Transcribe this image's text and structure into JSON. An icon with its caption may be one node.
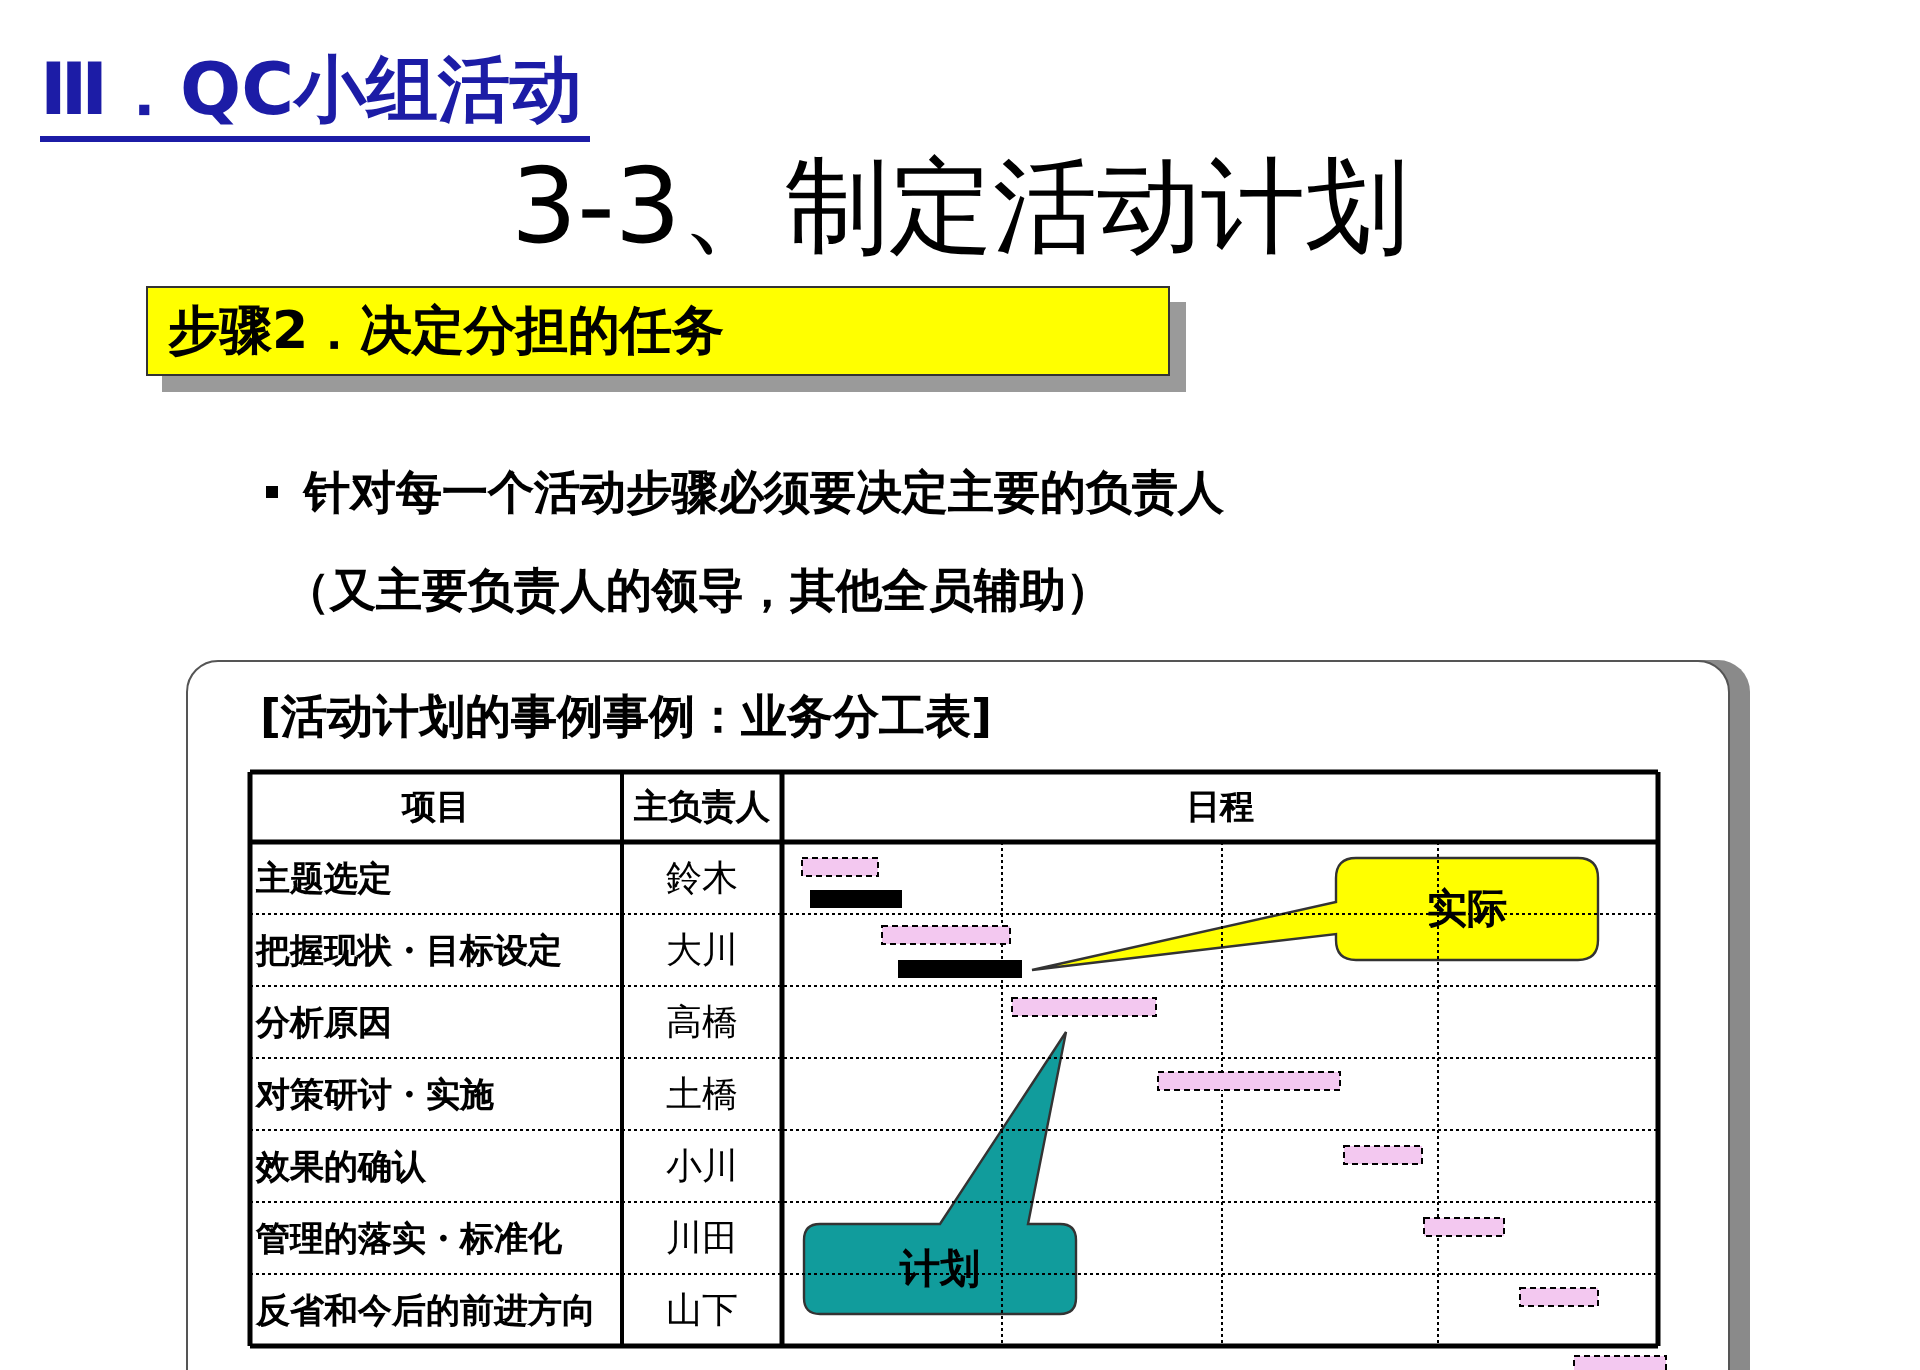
{
  "diagram": {
    "title": "3-3、制定活动计划",
    "nodes": [
      {
        "text": [
          "步骤2．决定分担的任务"
        ]
      },
      {
        "text": [
          "[活动计划的事例事例：业务分工表]"
        ]
      },
      {
        "text": [
          "实际"
        ],
        "in": 1
      },
      {
        "text": [
          "计划"
        ],
        "in": 1
      }
    ],
    "edges": [],
    "labels": [
      "Ⅲ．QC小组活动",
      "针对每一个活动步骤必须要决定主要的负责人",
      "（又主要负责人的领导，其他全员辅助）",
      "项目",
      "主负责人",
      "日程",
      "主题选定",
      "鈴木",
      "把握现状・目标设定",
      "大川",
      "分析原因",
      "高橋",
      "对策研讨・实施",
      "土橋",
      "效果的确认",
      "小川",
      "管理的落实・标准化",
      "川田",
      "反省和今后的前进方向",
      "山下"
    ]
  }
}
